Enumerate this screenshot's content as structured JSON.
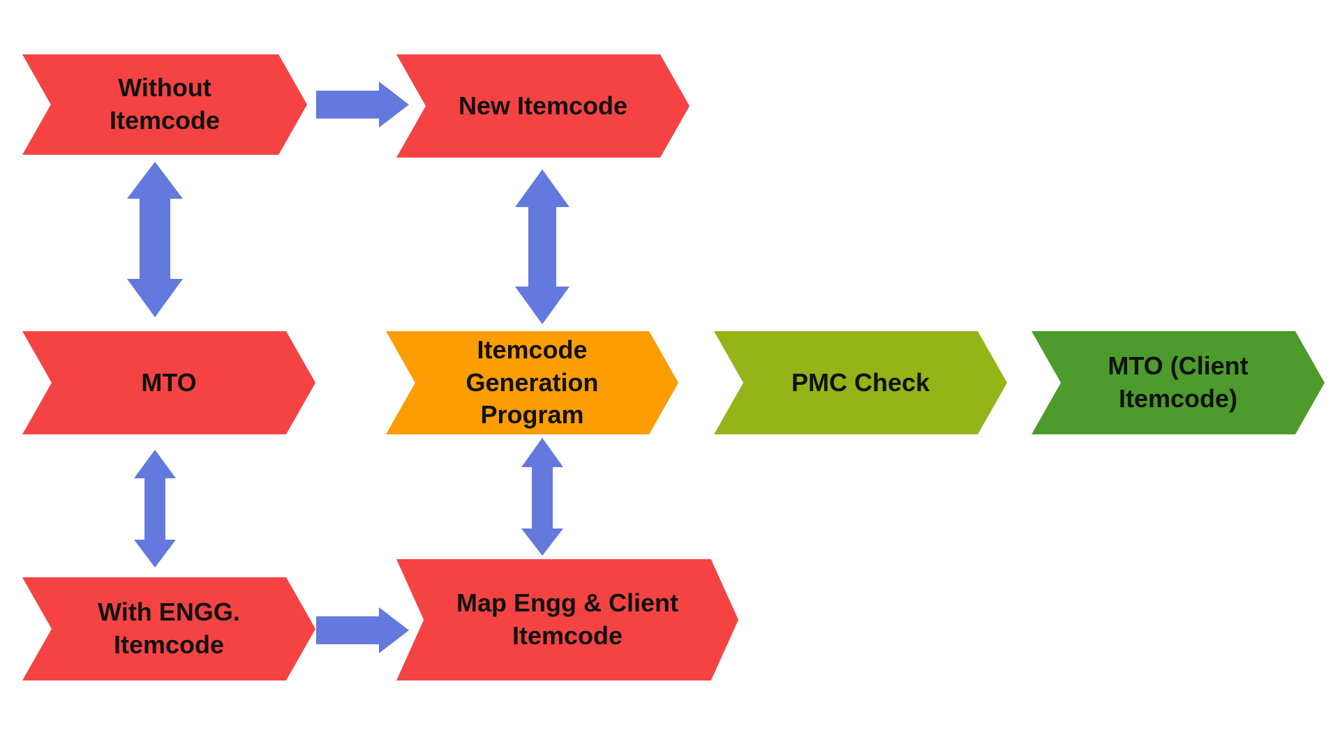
{
  "colors": {
    "red": "#f54343",
    "orange": "#fb9d03",
    "lime": "#94b418",
    "green": "#4d9b2c",
    "arrow": "#6479de"
  },
  "nodes": {
    "without_itemcode": "Without Itemcode",
    "new_itemcode": "New Itemcode",
    "mto": "MTO",
    "itemcode_generation_program": "Itemcode Generation Program",
    "pmc_check": "PMC Check",
    "mto_client_itemcode": "MTO (Client Itemcode)",
    "with_engg_itemcode": "With ENGG. Itemcode",
    "map_engg_client_itemcode": "Map Engg & Client Itemcode"
  }
}
